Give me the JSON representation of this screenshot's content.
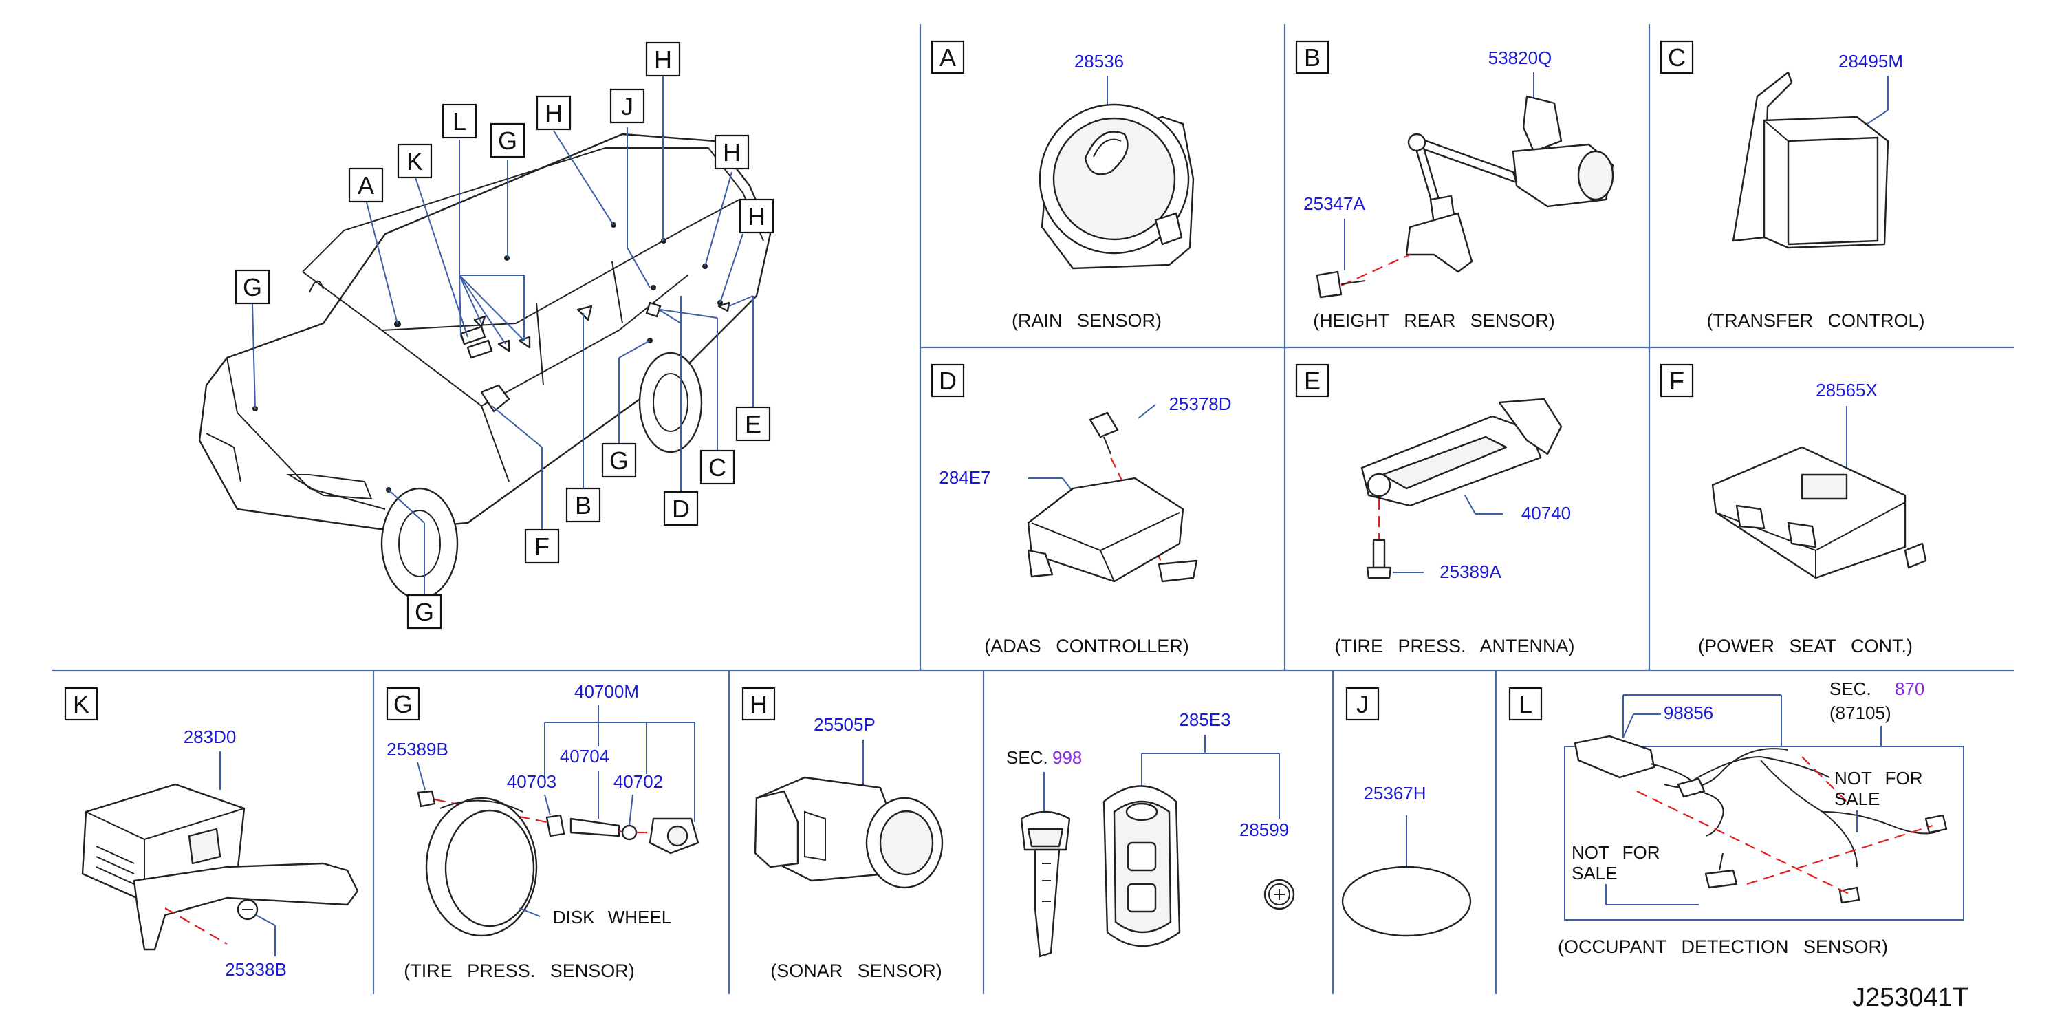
{
  "diagram": {
    "code": "J253041T",
    "colors": {
      "part_number": "#1a1ad6",
      "section_ref": "#8a2be2",
      "grid": "#4a6fa5",
      "dash": "#e02020"
    },
    "overview": {
      "callouts": [
        "A",
        "K",
        "L",
        "G",
        "H",
        "J",
        "H",
        "H",
        "H",
        "G",
        "E",
        "C",
        "G",
        "D",
        "B",
        "F",
        "G"
      ]
    },
    "panels": {
      "A": {
        "letter": "A",
        "parts": [
          "28536"
        ],
        "caption": "(RAIN SENSOR)"
      },
      "B": {
        "letter": "B",
        "parts": [
          "53820Q",
          "25347A"
        ],
        "caption": "(HEIGHT REAR SENSOR)"
      },
      "C": {
        "letter": "C",
        "parts": [
          "28495M"
        ],
        "caption": "(TRANSFER CONTROL)"
      },
      "D": {
        "letter": "D",
        "parts": [
          "25378D",
          "284E7"
        ],
        "caption": "(ADAS CONTROLLER)"
      },
      "E": {
        "letter": "E",
        "parts": [
          "40740",
          "25389A"
        ],
        "caption": "(TIRE PRESS. ANTENNA)"
      },
      "F": {
        "letter": "F",
        "parts": [
          "28565X"
        ],
        "caption": "(POWER SEAT CONT.)"
      },
      "K": {
        "letter": "K",
        "parts": [
          "283D0",
          "25338B"
        ]
      },
      "G": {
        "letter": "G",
        "parts": [
          "40700M",
          "25389B",
          "40704",
          "40703",
          "40702"
        ],
        "disk_wheel": "DISK WHEEL",
        "caption": "(TIRE PRESS. SENSOR)"
      },
      "H": {
        "letter": "H",
        "parts": [
          "25505P"
        ],
        "caption": "(SONAR SENSOR)"
      },
      "KEY": {
        "sec_label": "SEC.",
        "sec_number": "998",
        "parts": [
          "285E3",
          "28599"
        ]
      },
      "J": {
        "letter": "J",
        "parts": [
          "25367H"
        ]
      },
      "L": {
        "letter": "L",
        "sec_label": "SEC.",
        "sec_number": "870",
        "sec_sub": "(87105)",
        "parts": [
          "98856"
        ],
        "not_for_sale_1": [
          "NOT FOR",
          "SALE"
        ],
        "not_for_sale_2": [
          "NOT FOR",
          "SALE"
        ],
        "caption": "(OCCUPANT DETECTION SENSOR)"
      }
    }
  }
}
